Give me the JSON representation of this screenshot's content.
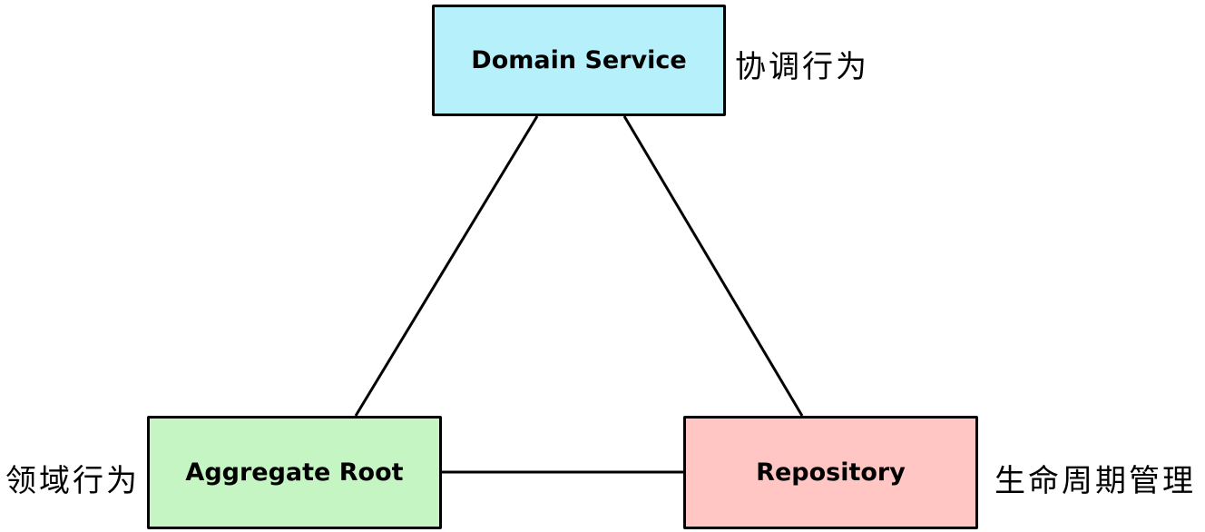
{
  "diagram": {
    "nodes": {
      "domain_service": {
        "label": "Domain Service",
        "annotation": "协调行为",
        "fill": "#b5f0fb"
      },
      "aggregate_root": {
        "label": "Aggregate Root",
        "annotation": "领域行为",
        "fill": "#c4f5c2"
      },
      "repository": {
        "label": "Repository",
        "annotation": "生命周期管理",
        "fill": "#ffc6c4"
      }
    },
    "connectors": [
      {
        "from": "domain_service",
        "to": "aggregate_root"
      },
      {
        "from": "domain_service",
        "to": "repository"
      },
      {
        "from": "aggregate_root",
        "to": "repository"
      }
    ],
    "colors": {
      "border": "#000000",
      "connector": "#000000",
      "text": "#000000",
      "background": "#ffffff"
    }
  }
}
